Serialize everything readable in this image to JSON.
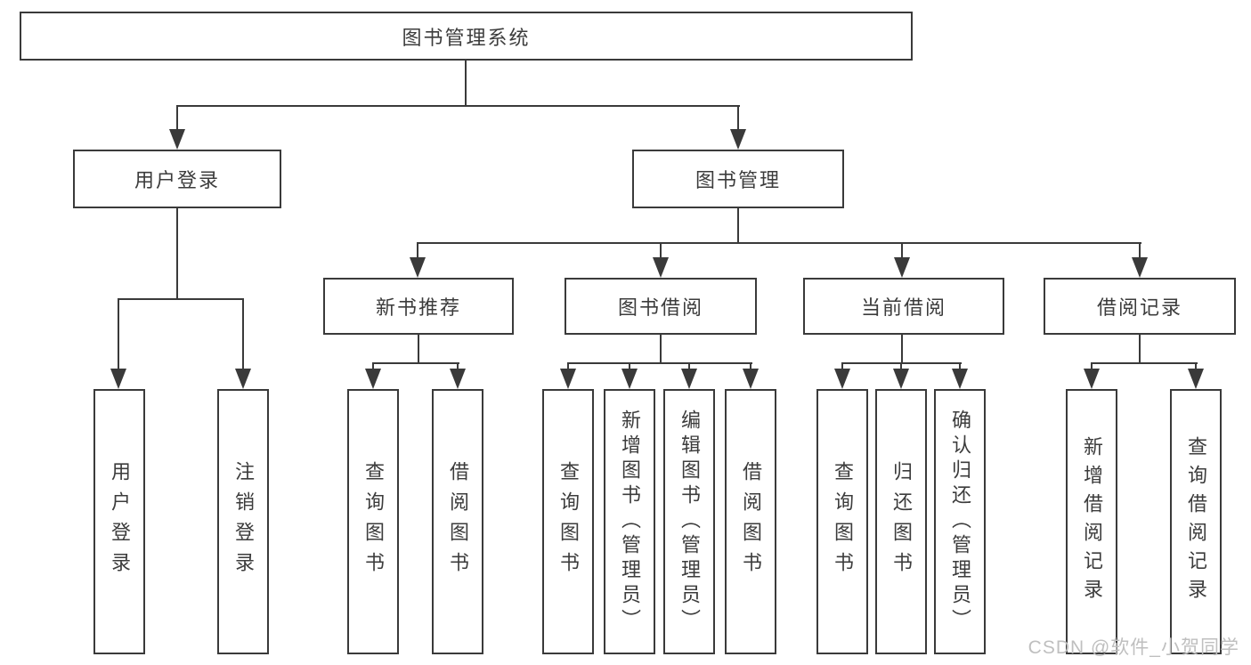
{
  "diagram": {
    "colors": {
      "line": "#3a3a3a",
      "text": "#3c3c3c",
      "watermark": "#bfbfbf",
      "background": "#ffffff"
    },
    "tree": {
      "root": {
        "label": "图书管理系统",
        "children": [
          {
            "label": "用户登录",
            "children": [
              {
                "label": "用户登录"
              },
              {
                "label": "注销登录"
              }
            ]
          },
          {
            "label": "图书管理",
            "children": [
              {
                "label": "新书推荐",
                "children": [
                  {
                    "label": "查询图书"
                  },
                  {
                    "label": "借阅图书"
                  }
                ]
              },
              {
                "label": "图书借阅",
                "children": [
                  {
                    "label": "查询图书"
                  },
                  {
                    "label": "新增图书（管理员）"
                  },
                  {
                    "label": "编辑图书（管理员）"
                  },
                  {
                    "label": "借阅图书"
                  }
                ]
              },
              {
                "label": "当前借阅",
                "children": [
                  {
                    "label": "查询图书"
                  },
                  {
                    "label": "归还图书"
                  },
                  {
                    "label": "确认归还（管理员）"
                  }
                ]
              },
              {
                "label": "借阅记录",
                "children": [
                  {
                    "label": "新增借阅记录"
                  },
                  {
                    "label": "查询借阅记录"
                  }
                ]
              }
            ]
          }
        ]
      }
    },
    "watermark": {
      "text": "CSDN @软件_小贺同学"
    }
  }
}
